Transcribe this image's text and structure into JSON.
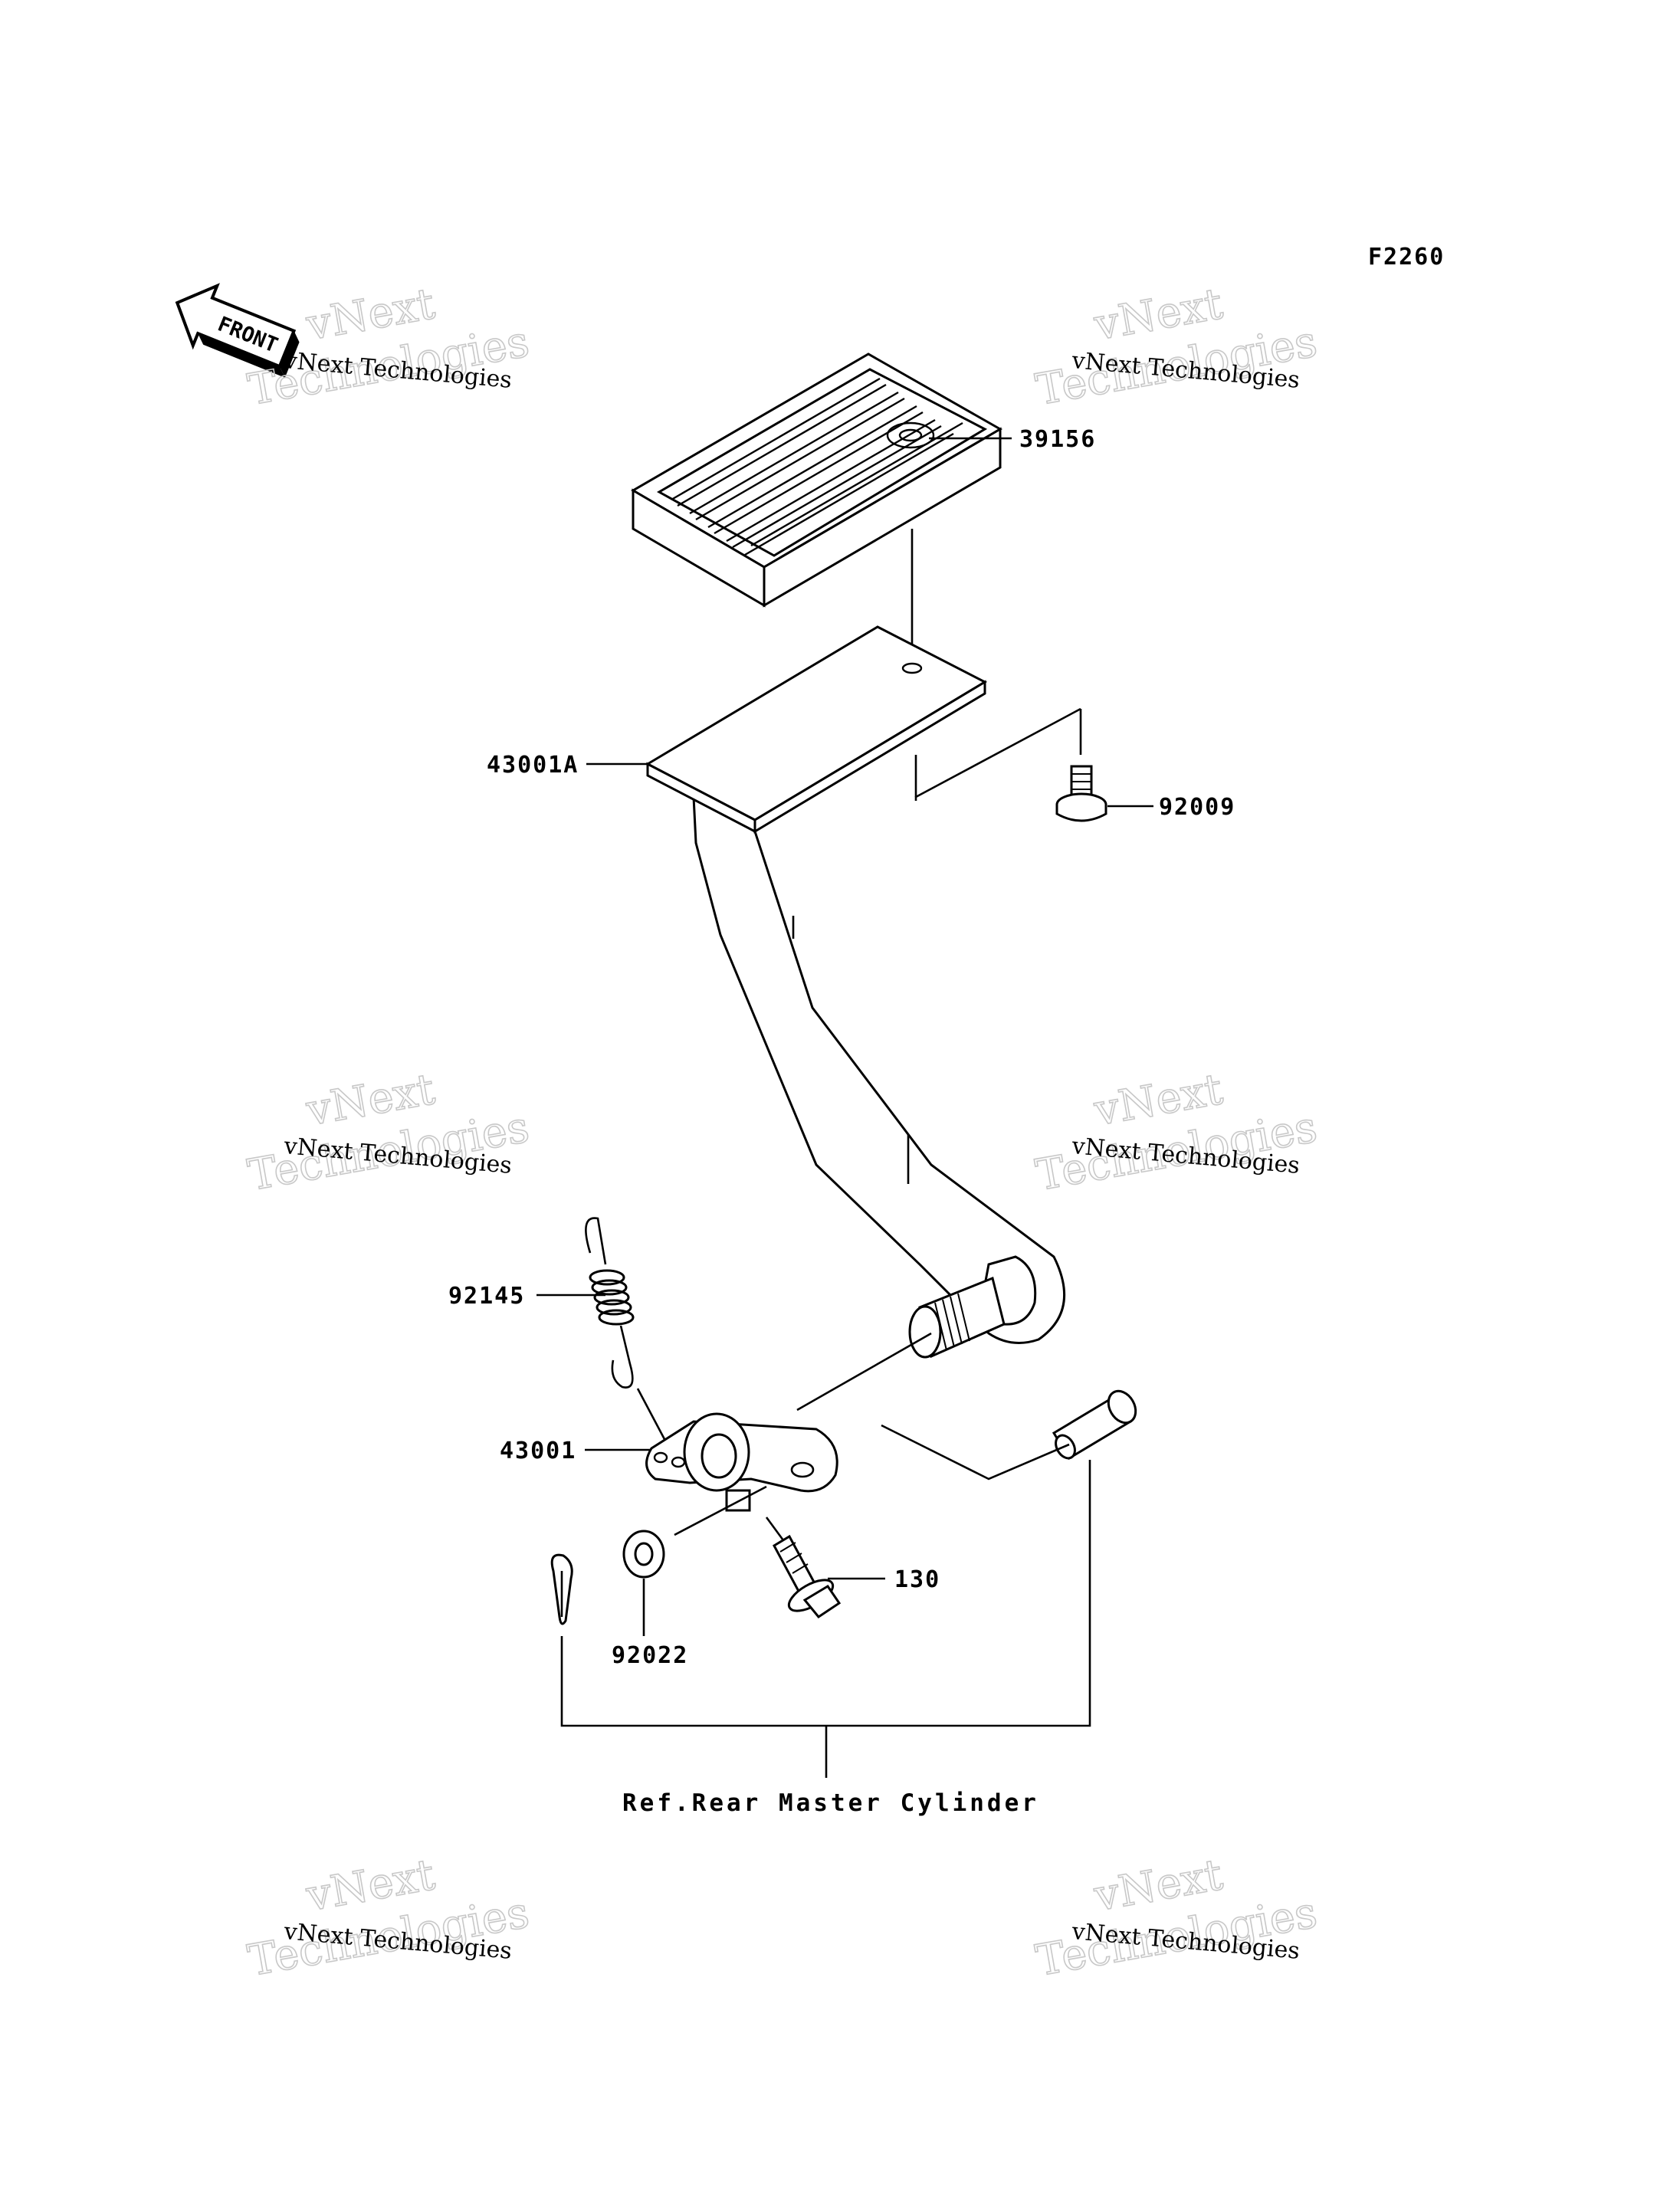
{
  "figure_code": "F2260",
  "front_marker": "FRONT",
  "watermark": {
    "small": "vNext Technologies",
    "line1": "vNext",
    "line2": "Technologies"
  },
  "parts": {
    "footpeg_rubber": "39156",
    "brake_pedal_arm": "43001A",
    "bolt_small": "92009",
    "spring": "92145",
    "pedal_lever": "43001",
    "bolt_flanged": "130",
    "washer": "92022"
  },
  "reference_note": "Ref.Rear Master Cylinder"
}
